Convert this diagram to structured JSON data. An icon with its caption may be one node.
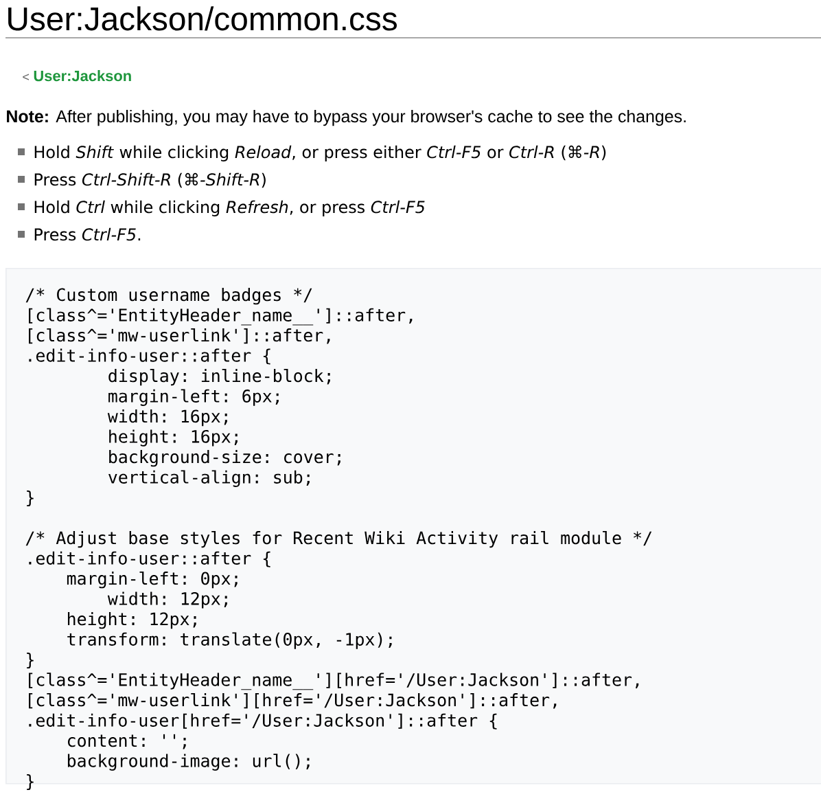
{
  "diagram": {
    "title": "User:Jackson/common.css",
    "nodes": [
      {
        "text": [
          "/* Custom username badges */",
          "[class^='EntityHeader_name__']::after,",
          "[class^='mw-userlink']::after,",
          ".edit-info-user::after {",
          "display: inline-block;",
          "margin-left: 6px;",
          "width: 16px;",
          "height: 16px;",
          "background-size: cover;",
          "vertical-align: sub;",
          "}",
          "/* Adjust base styles for Recent Wiki Activity rail module */",
          ".edit-info-user::after {",
          "margin-left: 0px;",
          "width: 12px;",
          "height: 12px;",
          "transform: translate(0px, -1px);",
          "}",
          "[class^='EntityHeader_name__'][href='/User:Jackson']::after,",
          "[class^='mw-userlink'][href='/User:Jackson']::after,",
          ".edit-info-user[href='/User:Jackson']::after {",
          "content: '';",
          "background-image: url();",
          "}"
        ]
      }
    ],
    "labels": [
      "<",
      "User:Jackson",
      "**Note:** After publishing, you may have to bypass your browser's cache to see the changes.",
      "Hold *Shift* while clicking *Reload*, or press either *Ctrl-F5* or *Ctrl-R* (*⌘-R*)",
      "Press *Ctrl-Shift-R* (*⌘-Shift-R*)",
      "Hold *Ctrl* while clicking *Refresh*, or press *Ctrl-F5*",
      "Press *Ctrl-F5*."
    ]
  }
}
